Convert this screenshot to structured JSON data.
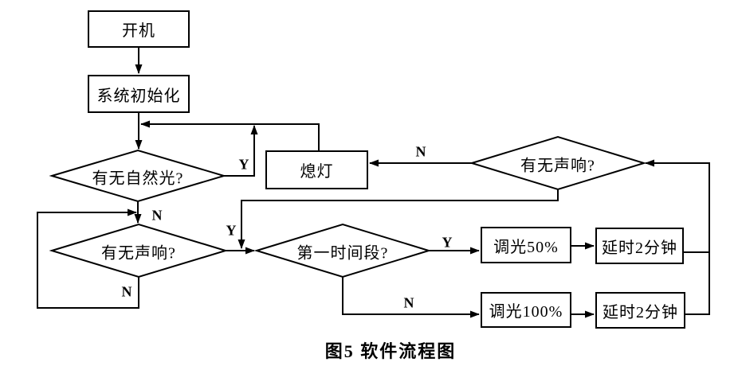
{
  "caption": "图5  软件流程图",
  "nodes": {
    "power_on": "开机",
    "system_init": "系统初始化",
    "has_natural_light": "有无自然光?",
    "lights_off": "熄灯",
    "has_sound_upper": "有无声响?",
    "has_sound_lower": "有无声响?",
    "first_time_period": "第一时间段?",
    "dim_50": "调光50%",
    "delay_2min_a": "延时2分钟",
    "dim_100": "调光100%",
    "delay_2min_b": "延时2分钟"
  },
  "branch_labels": {
    "natural_light_yes": "Y",
    "natural_light_no": "N",
    "sound_lower_no": "N",
    "sound_lower_yes": "Y",
    "sound_upper_no": "N",
    "first_period_yes": "Y",
    "first_period_no": "N"
  },
  "diagram_colors": {
    "line": "#000000",
    "background": "#ffffff"
  }
}
